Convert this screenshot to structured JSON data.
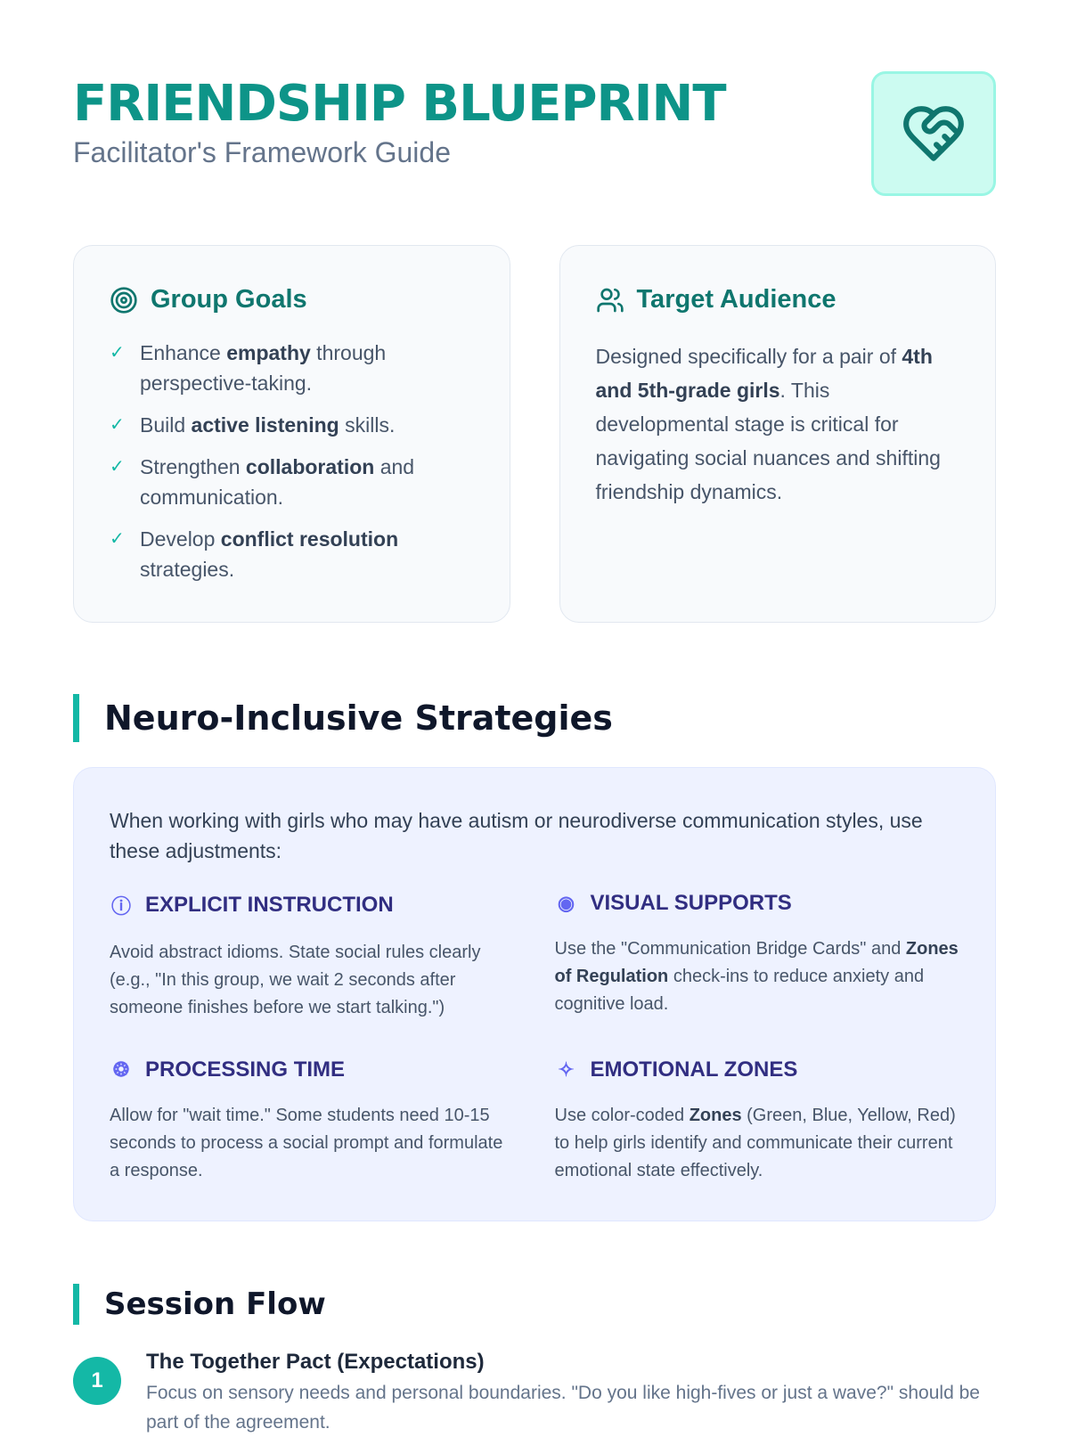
{
  "header": {
    "title": "FRIENDSHIP BLUEPRINT",
    "subtitle": "Facilitator's Framework Guide",
    "logo_icon": "heart-handshake-icon"
  },
  "goals": {
    "title": "Group Goals",
    "items": [
      {
        "pre": "Enhance ",
        "bold": "empathy",
        "post": " through perspective-taking."
      },
      {
        "pre": "Build ",
        "bold": "active listening",
        "post": " skills."
      },
      {
        "pre": "Strengthen ",
        "bold": "collaboration",
        "post": " and communication."
      },
      {
        "pre": "Develop ",
        "bold": "conflict resolution",
        "post": " strategies."
      }
    ]
  },
  "audience": {
    "title": "Target Audience",
    "pre": "Designed specifically for a pair of ",
    "bold": "4th and 5th-grade girls",
    "post": ". This developmental stage is critical for navigating social nuances and shifting friendship dynamics."
  },
  "strategies": {
    "title": "Neuro-Inclusive Strategies",
    "intro": "When working with girls who may have autism or neurodiverse communication styles, use these adjustments:",
    "items": [
      {
        "title": "EXPLICIT INSTRUCTION",
        "icon": "info-icon",
        "pre": "Avoid abstract idioms. State social rules clearly (e.g., \"In this group, we wait 2 seconds after someone finishes before we start talking.\")",
        "bold": "",
        "post": ""
      },
      {
        "title": "VISUAL SUPPORTS",
        "icon": "eye-icon",
        "pre": "Use the \"Communication Bridge Cards\" and ",
        "bold": "Zones of Regulation",
        "post": " check-ins to reduce anxiety and cognitive load."
      },
      {
        "title": "PROCESSING TIME",
        "icon": "brain-icon",
        "pre": "Allow for \"wait time.\" Some students need 10-15 seconds to process a social prompt and formulate a response.",
        "bold": "",
        "post": ""
      },
      {
        "title": "EMOTIONAL ZONES",
        "icon": "sparkles-icon",
        "pre": "Use color-coded ",
        "bold": "Zones",
        "post": " (Green, Blue, Yellow, Red) to help girls identify and communicate their current emotional state effectively."
      }
    ]
  },
  "session": {
    "title": "Session Flow",
    "steps": [
      {
        "num": "1",
        "title": "The Together Pact (Expectations)",
        "desc": "Focus on sensory needs and personal boundaries. \"Do you like high-fives or just a wave?\" should be part of the agreement."
      }
    ]
  }
}
